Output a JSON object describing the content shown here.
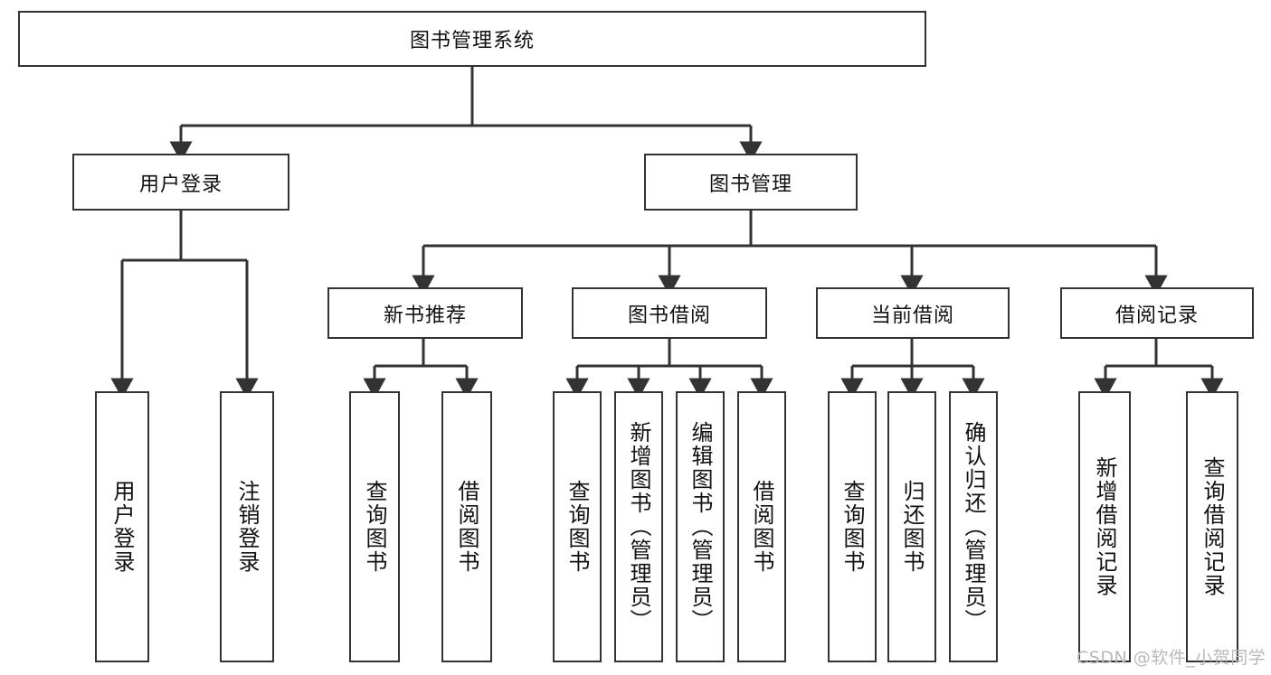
{
  "diagram": {
    "type": "tree-hierarchy",
    "title": "图书管理系统",
    "orientation": "top-down",
    "colors": {
      "stroke": "#333333",
      "fill": "#ffffff",
      "text": "#111111",
      "watermark": "#b9b9b9"
    },
    "nodes": {
      "root": {
        "label": "图书管理系统",
        "level": 1,
        "orientation": "horizontal"
      },
      "l2": [
        {
          "id": "user-login",
          "label": "用户登录",
          "level": 2,
          "orientation": "horizontal"
        },
        {
          "id": "book-management",
          "label": "图书管理",
          "level": 2,
          "orientation": "horizontal"
        }
      ],
      "l3": [
        {
          "id": "new-book-recommend",
          "label": "新书推荐",
          "level": 3,
          "orientation": "horizontal",
          "parent": "book-management"
        },
        {
          "id": "book-borrow",
          "label": "图书借阅",
          "level": 3,
          "orientation": "horizontal",
          "parent": "book-management"
        },
        {
          "id": "current-borrow",
          "label": "当前借阅",
          "level": 3,
          "orientation": "horizontal",
          "parent": "book-management"
        },
        {
          "id": "borrow-record",
          "label": "借阅记录",
          "level": 3,
          "orientation": "horizontal",
          "parent": "book-management"
        }
      ],
      "leaves": [
        {
          "id": "leaf-user-login",
          "label": "用户登录",
          "parent": "user-login",
          "orientation": "vertical"
        },
        {
          "id": "leaf-logout-login",
          "label": "注销登录",
          "parent": "user-login",
          "orientation": "vertical"
        },
        {
          "id": "leaf-query-book-1",
          "label": "查询图书",
          "parent": "new-book-recommend",
          "orientation": "vertical"
        },
        {
          "id": "leaf-borrow-book-1",
          "label": "借阅图书",
          "parent": "new-book-recommend",
          "orientation": "vertical"
        },
        {
          "id": "leaf-query-book-2",
          "label": "查询图书",
          "parent": "book-borrow",
          "orientation": "vertical"
        },
        {
          "id": "leaf-add-book",
          "label": "新增图书（管理员）",
          "parent": "book-borrow",
          "orientation": "vertical"
        },
        {
          "id": "leaf-edit-book",
          "label": "编辑图书（管理员）",
          "parent": "book-borrow",
          "orientation": "vertical"
        },
        {
          "id": "leaf-borrow-book-2",
          "label": "借阅图书",
          "parent": "book-borrow",
          "orientation": "vertical"
        },
        {
          "id": "leaf-query-book-3",
          "label": "查询图书",
          "parent": "current-borrow",
          "orientation": "vertical"
        },
        {
          "id": "leaf-return-book",
          "label": "归还图书",
          "parent": "current-borrow",
          "orientation": "vertical"
        },
        {
          "id": "leaf-confirm-return",
          "label": "确认归还（管理员）",
          "parent": "current-borrow",
          "orientation": "vertical"
        },
        {
          "id": "leaf-add-record",
          "label": "新增借阅记录",
          "parent": "borrow-record",
          "orientation": "vertical"
        },
        {
          "id": "leaf-query-record",
          "label": "查询借阅记录",
          "parent": "borrow-record",
          "orientation": "vertical"
        }
      ]
    },
    "watermark": "CSDN @软件_小贺同学"
  }
}
